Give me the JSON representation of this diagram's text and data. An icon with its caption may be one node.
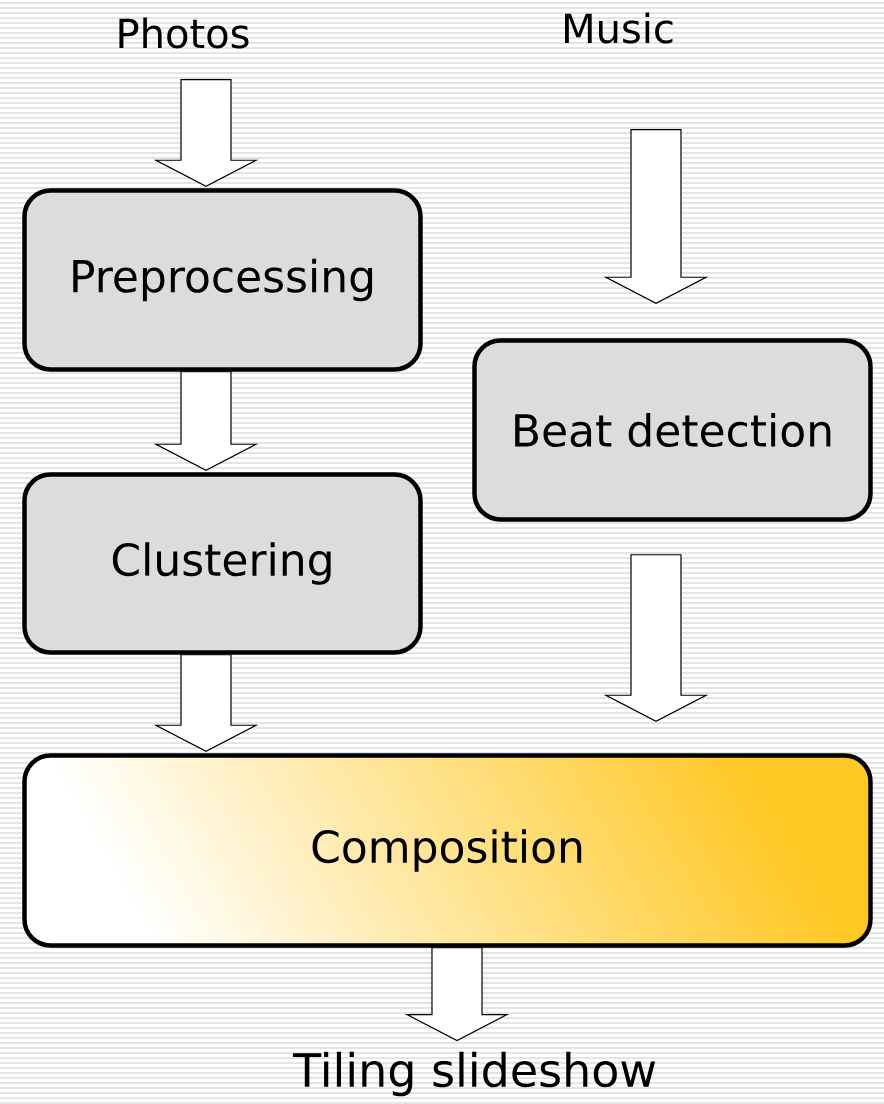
{
  "diagram": {
    "nodes": [
      {
        "text": [
          "Photos"
        ]
      },
      {
        "text": [
          "Music"
        ]
      },
      {
        "text": [
          "Preprocessing"
        ]
      },
      {
        "text": [
          "Clustering"
        ]
      },
      {
        "text": [
          "Beat detection"
        ]
      },
      {
        "text": [
          "Composition"
        ]
      },
      {
        "text": [
          "Tiling slideshow"
        ]
      }
    ],
    "edges": [
      {
        "from": 0,
        "to": 2,
        "arrow": "to"
      },
      {
        "from": 2,
        "to": 3,
        "arrow": "to"
      },
      {
        "from": 3,
        "to": 5,
        "arrow": "to"
      },
      {
        "from": 1,
        "to": 4,
        "arrow": "to"
      },
      {
        "from": 4,
        "to": 5,
        "arrow": "to"
      },
      {
        "from": 5,
        "to": 6,
        "arrow": "to"
      }
    ]
  }
}
